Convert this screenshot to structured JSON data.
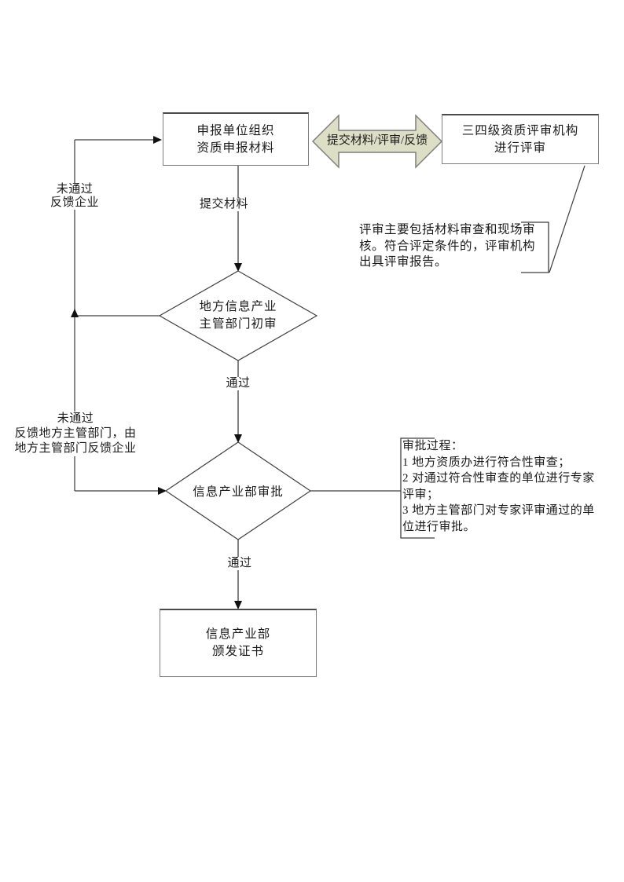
{
  "flowchart": {
    "boxes": {
      "apply": {
        "label": "申报单位组织\n资质申报材料"
      },
      "review_org": {
        "label": "三四级资质评审机构\n进行评审"
      },
      "certificate": {
        "label": "信息产业部\n颁发证书"
      }
    },
    "diamonds": {
      "local_review": {
        "label": "地方信息产业\n主管部门初审"
      },
      "ministry_approval": {
        "label": "信息产业部审批"
      }
    },
    "edge_labels": {
      "submit_review_feedback": "提交材料/评审/反馈",
      "submit_materials": "提交材料",
      "fail_feedback_enterprise": "未通过\n反馈企业",
      "pass_initial": "通过",
      "fail_feedback_local": "未通过\n反馈地方主管部门，由\n地方主管部门反馈企业",
      "pass_approval": "通过"
    },
    "notes": {
      "review_note": "评审主要包括材料审查和现场审\n核。符合评定条件的，评审机构\n出具评审报告。",
      "approval_note": "审批过程：\n1 地方资质办进行符合性审查；\n2 对通过符合性审查的单位进行专家\n评审；\n3 地方主管部门对专家评审通过的单\n位进行审批。"
    },
    "colors": {
      "arrow_fill": "#dcdfc6",
      "arrow_stroke": "#7f7f7f",
      "line": "#404040",
      "box_border": "#7d7d7d",
      "arrowhead": "#111111"
    }
  }
}
